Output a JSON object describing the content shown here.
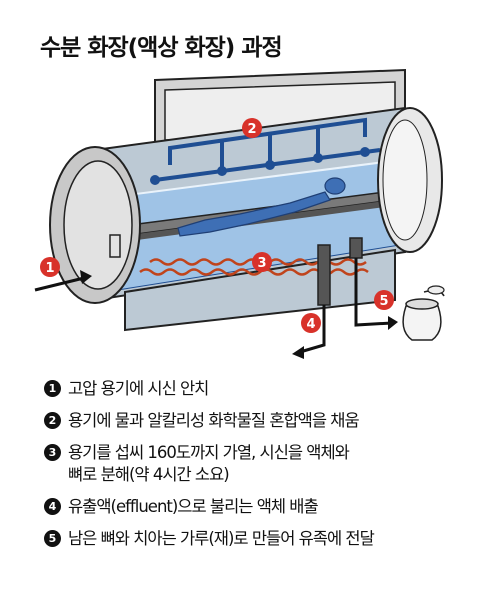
{
  "title": "수분 화장(액상 화장) 과정",
  "markers": [
    "1",
    "2",
    "3",
    "4",
    "5"
  ],
  "steps": [
    {
      "num": "1",
      "text": "고압 용기에 시신 안치"
    },
    {
      "num": "2",
      "text": "용기에 물과 알칼리성 화학물질 혼합액을 채움"
    },
    {
      "num": "3",
      "text": "용기를 섭씨 160도까지 가열, 시신을 액체와\n뼈로 분해(약 4시간 소요)"
    },
    {
      "num": "4",
      "text": "유출액(effluent)으로 불리는 액체 배출"
    },
    {
      "num": "5",
      "text": "남은 뼈와 치아는 가루(재)로 만들어 유족에 전달"
    }
  ],
  "colors": {
    "marker": "#d8322a",
    "water": "#9fc3e6",
    "pipe": "#1f4e93",
    "metal": "#c8c8c8",
    "heat": "#c0441c"
  }
}
